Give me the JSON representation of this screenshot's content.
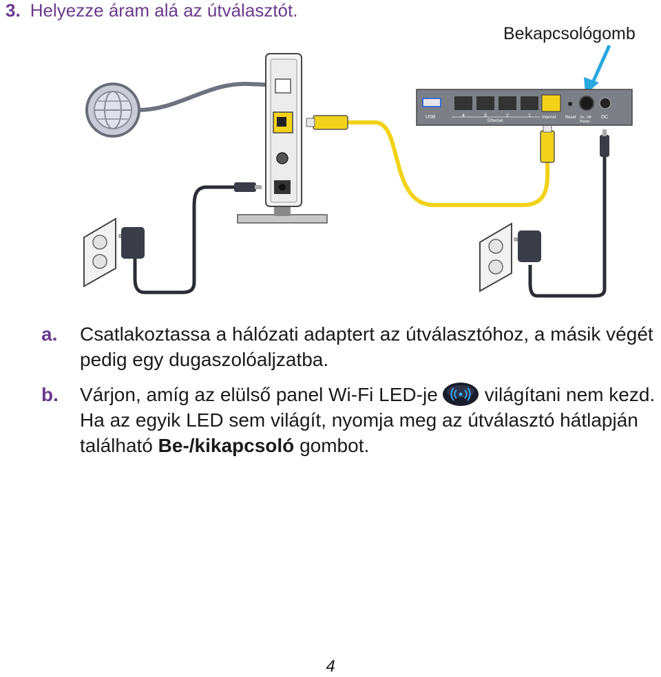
{
  "heading": {
    "number": "3.",
    "text": "Helyezze áram alá az útválasztót."
  },
  "diagram": {
    "callout_label": "Bekapcsológomb",
    "router_panel": {
      "usb": "USB",
      "ethernet": "Ethernet",
      "port4": "4",
      "port3": "3",
      "port2": "2",
      "port1": "1",
      "internet": "Internet",
      "reset": "Reset",
      "power_on": "On",
      "power_off": "Off",
      "power": "Power",
      "dc": "DC"
    }
  },
  "steps": [
    {
      "letter": "a.",
      "text": "Csatlakoztassa a hálózati adaptert az útválasztóhoz, a másik végét pedig egy dugaszolóaljzatba."
    },
    {
      "letter": "b.",
      "text_before": "Várjon, amíg az elülső panel Wi-Fi LED-je",
      "text_after": "világítani nem kezd. Ha az egyik LED sem világít, nyomja meg az útválasztó hátlapján található",
      "bold": "Be-/kikapcsoló",
      "text_end": "gombot."
    }
  ],
  "colors": {
    "accent": "#6b3a8e",
    "cable_yellow": "#f2d21a",
    "arrow_blue": "#29a8e0"
  },
  "page_number": "4"
}
